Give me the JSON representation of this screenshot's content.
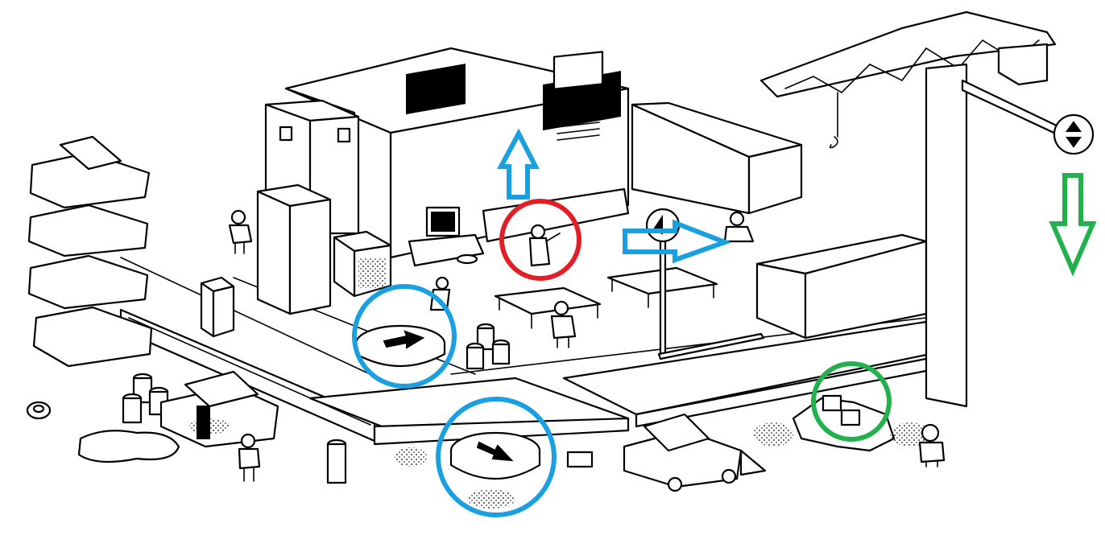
{
  "scene": {
    "kind": "hidden-object-illustration",
    "palette": {
      "ink": "#000000",
      "paper": "#ffffff"
    }
  },
  "annotations": {
    "colors": {
      "blue": "#1aa0e0",
      "red": "#e21f26",
      "green": "#22b14c"
    },
    "markers": [
      {
        "name": "target-circle",
        "color": "red",
        "shape": "circle"
      },
      {
        "name": "found-circle",
        "color": "green",
        "shape": "circle"
      },
      {
        "name": "hint-circle-upper-disc",
        "color": "blue",
        "shape": "circle"
      },
      {
        "name": "hint-circle-lower-disc",
        "color": "blue",
        "shape": "circle"
      },
      {
        "name": "hint-arrow-up",
        "color": "blue",
        "shape": "arrow"
      },
      {
        "name": "hint-arrow-right",
        "color": "blue",
        "shape": "arrow"
      },
      {
        "name": "hint-arrow-down",
        "color": "green",
        "shape": "arrow"
      }
    ]
  }
}
